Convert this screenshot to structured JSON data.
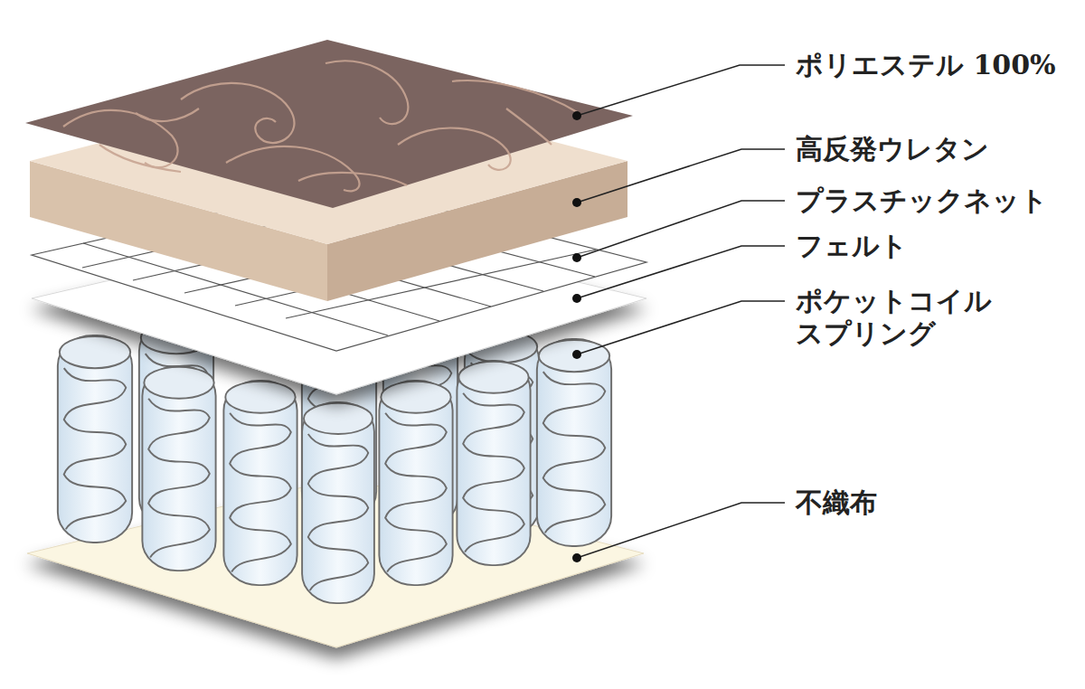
{
  "diagram": {
    "labels": [
      "ポリエステル 100%",
      "高反発ウレタン",
      "プラスチックネット",
      "フェルト",
      "ポケットコイル スプリング",
      "不織布"
    ]
  }
}
